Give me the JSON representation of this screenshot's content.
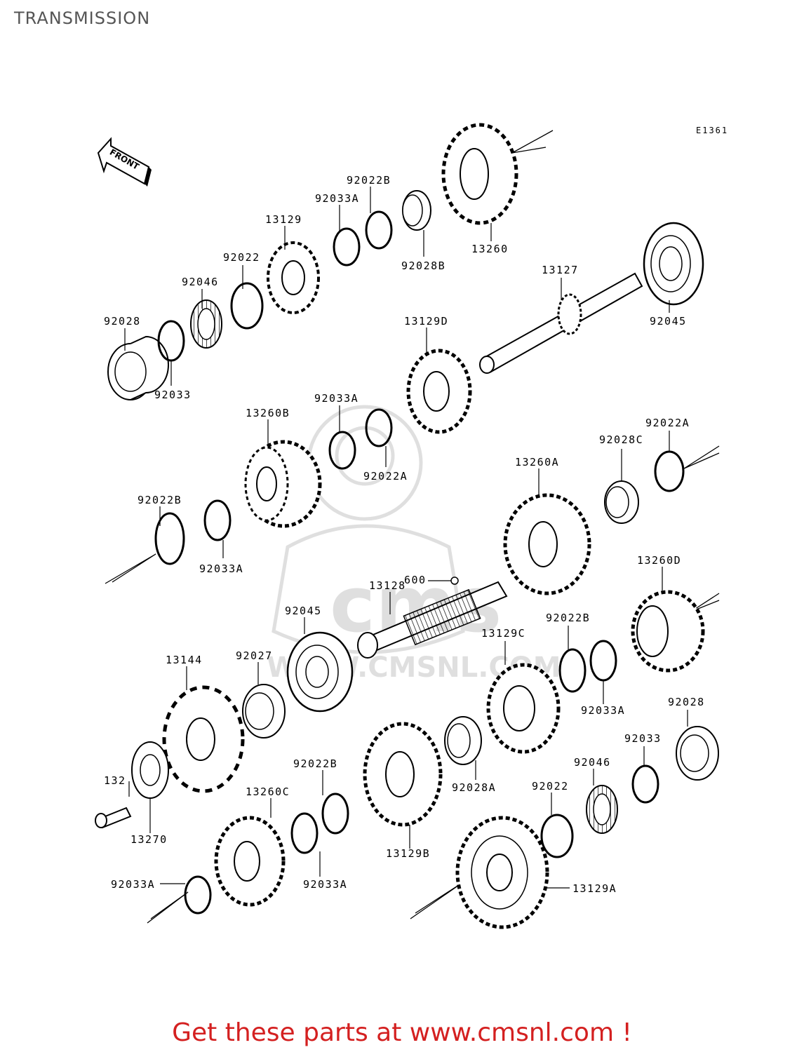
{
  "page": {
    "title": "TRANSMISSION"
  },
  "diagram": {
    "code": "E1361",
    "front_label": "FRONT",
    "watermark": {
      "brand": "cms",
      "url": "WWW.CMSNL.COM"
    },
    "callouts": {
      "p92028_top": "92028",
      "p92033_top": "92033",
      "p92046_top": "92046",
      "p92022_top": "92022",
      "p13129": "13129",
      "p92033A_top": "92033A",
      "p92022B_top": "92022B",
      "p92028B": "92028B",
      "p13260": "13260",
      "p13127": "13127",
      "p92045_top": "92045",
      "p13129D": "13129D",
      "p13260B": "13260B",
      "p92033A_mid": "92033A",
      "p92022A_mid": "92022A",
      "p92028C": "92028C",
      "p92022A_right": "92022A",
      "p13260A": "13260A",
      "p92022B_left": "92022B",
      "p92033A_left": "92033A",
      "p600": "600",
      "p13128": "13128",
      "p92045_mid": "92045",
      "p13260D": "13260D",
      "p13144": "13144",
      "p92027": "92027",
      "p92022B_right": "92022B",
      "p13129C": "13129C",
      "p92033A_right": "92033A",
      "p92028_right": "92028",
      "p92033_right": "92033",
      "p92046_right": "92046",
      "p92022_right": "92022",
      "p92028A": "92028A",
      "p132": "132",
      "p13270": "13270",
      "p92022B_low": "92022B",
      "p13260C": "13260C",
      "p13129B": "13129B",
      "p92033A_low": "92033A",
      "p92033A_bottom": "92033A",
      "p13129A": "13129A"
    }
  },
  "footer": {
    "text": "Get these parts at www.cmsnl.com !"
  }
}
